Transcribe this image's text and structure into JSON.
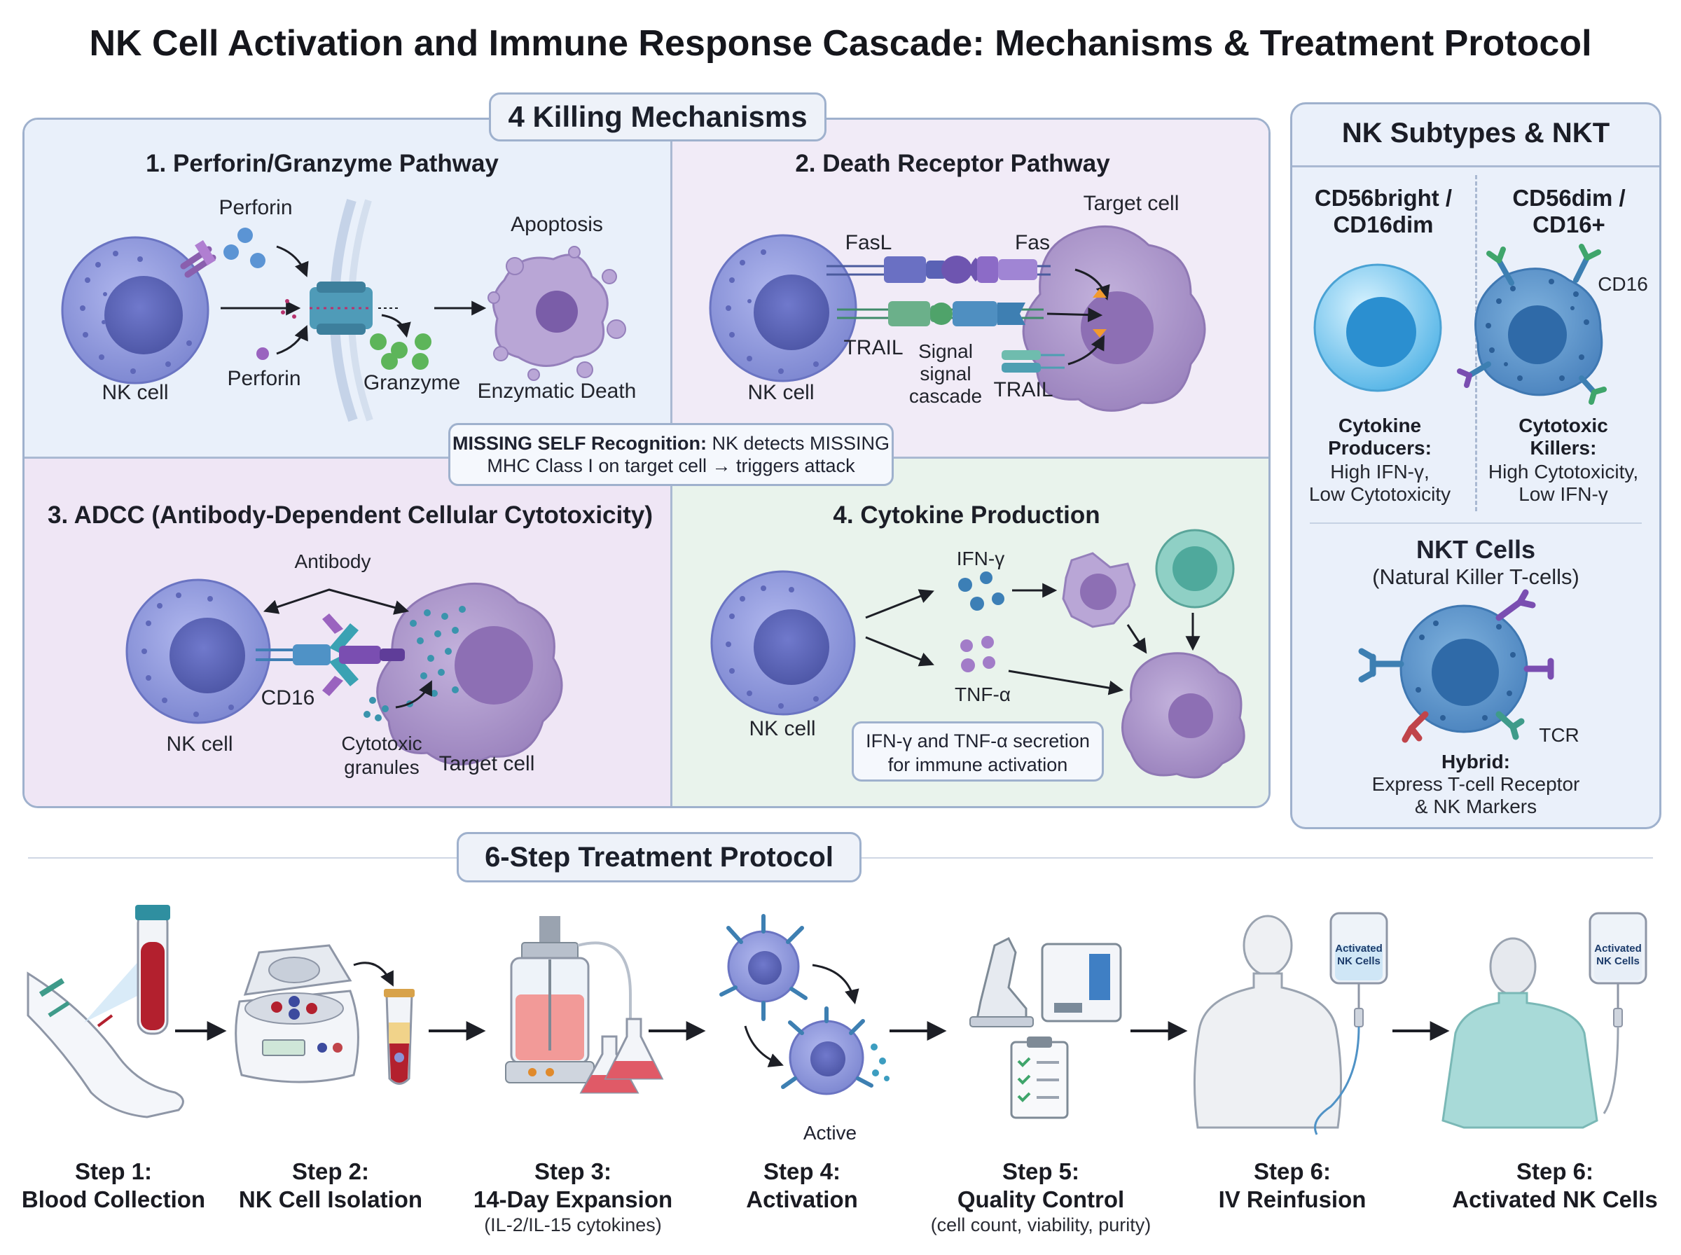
{
  "title": "NK Cell Activation and Immune Response Cascade: Mechanisms & Treatment Protocol",
  "killing": {
    "header": "4 Killing Mechanisms",
    "q1": {
      "title": "1. Perforin/Granzyme Pathway",
      "nk_cell": "NK cell",
      "perforin_top": "Perforin",
      "perforin_bottom": "Perforin",
      "granzyme": "Granzyme",
      "apoptosis": "Apoptosis",
      "enzymatic_death": "Enzymatic Death"
    },
    "q2": {
      "title": "2. Death Receptor Pathway",
      "target_cell": "Target cell",
      "fasl": "FasL",
      "fas": "Fas",
      "trail_left": "TRAIL",
      "signal_line1": "Signal",
      "signal_line2": "signal",
      "signal_line3": "cascade",
      "trail_right": "TRAIL",
      "nk_cell": "NK cell"
    },
    "missing_self": {
      "bold": "MISSING SELF Recognition:",
      "rest1": " NK detects MISSING",
      "line2": "MHC Class I on target cell → triggers attack"
    },
    "q3": {
      "title": "3. ADCC (Antibody-Dependent Cellular Cytotoxicity)",
      "antibody": "Antibody",
      "cd16": "CD16",
      "nk_cell": "NK cell",
      "granules_line1": "Cytotoxic",
      "granules_line2": "granules",
      "target_cell": "Target cell"
    },
    "q4": {
      "title": "4. Cytokine Production",
      "ifn": "IFN-γ",
      "tnf": "TNF-α",
      "nk_cell": "NK cell",
      "box_line1": "IFN-γ and TNF-α secretion",
      "box_line2": "for immune activation"
    }
  },
  "subtypes": {
    "header": "NK Subtypes & NKT",
    "bright": {
      "name_line1": "CD56bright /",
      "name_line2": "CD16dim",
      "role_line1": "Cytokine",
      "role_line2": "Producers:",
      "desc_line1": "High IFN-γ,",
      "desc_line2": "Low Cytotoxicity"
    },
    "dim": {
      "name_line1": "CD56dim /",
      "name_line2": "CD16+",
      "marker": "CD16",
      "role_line1": "Cytotoxic",
      "role_line2": "Killers:",
      "desc_line1": "High Cytotoxicity,",
      "desc_line2": "Low IFN-γ"
    },
    "nkt": {
      "title": "NKT Cells",
      "subtitle": "(Natural Killer T-cells)",
      "tcr": "TCR",
      "hybrid": "Hybrid:",
      "desc_line1": "Express T-cell Receptor",
      "desc_line2": "& NK Markers"
    }
  },
  "protocol": {
    "header": "6-Step Treatment Protocol",
    "activated_label": "Active",
    "bag_label_line1": "Activated",
    "bag_label_line2": "NK Cells",
    "steps": [
      {
        "title": "Step 1:",
        "name": "Blood Collection",
        "sub": ""
      },
      {
        "title": "Step 2:",
        "name": "NK Cell Isolation",
        "sub": ""
      },
      {
        "title": "Step 3:",
        "name": "14-Day Expansion",
        "sub": "(IL-2/IL-15 cytokines)"
      },
      {
        "title": "Step 4:",
        "name": "Activation",
        "sub": ""
      },
      {
        "title": "Step 5:",
        "name": "Quality Control",
        "sub": "(cell count, viability, purity)"
      },
      {
        "title": "Step 6:",
        "name": "IV Reinfusion",
        "sub": ""
      },
      {
        "title": "Step 6:",
        "name": "Activated NK Cells",
        "sub": ""
      }
    ]
  },
  "colors": {
    "nk_cell": "#8c96d8",
    "nk_nucleus": "#5b64b5",
    "target_cell": "#a58fc4",
    "panel_border": "#9fb1cd",
    "q1_bg": "#e9f0fa",
    "q2_bg": "#f1ebf7",
    "q3_bg": "#efe6f5",
    "q4_bg": "#e9f3ec"
  }
}
